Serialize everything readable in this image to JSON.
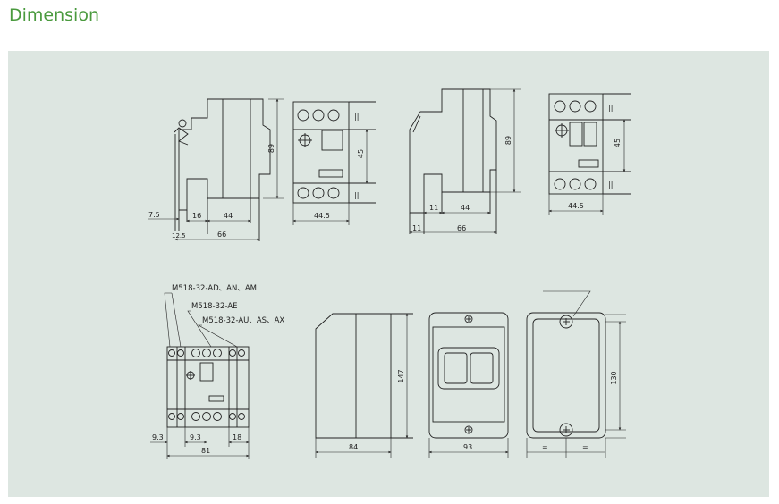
{
  "header": {
    "title": "Dimension"
  },
  "dims": {
    "d1": {
      "h": "89",
      "w1": "7.5",
      "w2": "16",
      "w3": "44",
      "w4": "12.5",
      "w5": "66"
    },
    "d2": {
      "h": "45",
      "w": "44.5"
    },
    "d3": {
      "h": "89",
      "w1": "11",
      "w2": "44",
      "w3": "11",
      "w4": "66"
    },
    "d4": {
      "h": "45",
      "w": "44.5"
    },
    "d5": {
      "m1": "9.3",
      "m2": "9.3",
      "m3": "18",
      "w": "81"
    },
    "d6": {
      "h": "147",
      "w": "84"
    },
    "d7": {
      "w": "93"
    },
    "d8": {
      "h": "130",
      "eq1": "=",
      "eq2": "="
    }
  },
  "labels": {
    "l1": "M518-32-AD、AN、AM",
    "l2": "M518-32-AE",
    "l3": "M518-32-AU、AS、AX"
  },
  "marks": {
    "sep": "||",
    "eq": "="
  }
}
